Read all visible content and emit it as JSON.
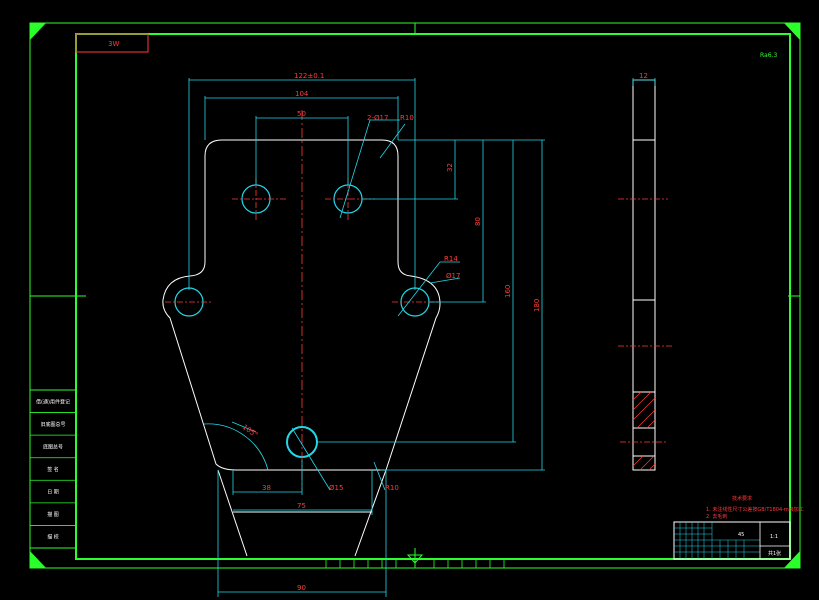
{
  "drawing": {
    "code_box": "3W",
    "roughness_symbol": "Ra6.3",
    "dimensions": {
      "overall_width": "122±0.1",
      "inner_width": "104",
      "hole_spacing": "50",
      "two_holes": "2-Ø17",
      "top_radius": "R10",
      "top_to_hole": "32",
      "dim_80": "80",
      "dim_160": "160",
      "dim_180": "180",
      "side_radius": "R14",
      "side_hole": "Ø17",
      "angle": "105°",
      "bottom_hole": "Ø15",
      "bottom_radius": "R10",
      "dim_38": "38",
      "dim_75": "75",
      "dim_90": "90",
      "thickness": "12"
    },
    "tech_notes": {
      "title": "技术要求",
      "line1": "1. 未注线性尺寸公差按GB/T1804-m级加工",
      "line2": "2. 去毛刺"
    },
    "side_table": [
      "借(通)用件登记",
      "旧底图总号",
      "底图总号",
      "签 名",
      "日 期",
      "描 图",
      "描 校"
    ],
    "title_block": {
      "material": "45",
      "scale": "1:1",
      "sheet": "共1张"
    }
  }
}
